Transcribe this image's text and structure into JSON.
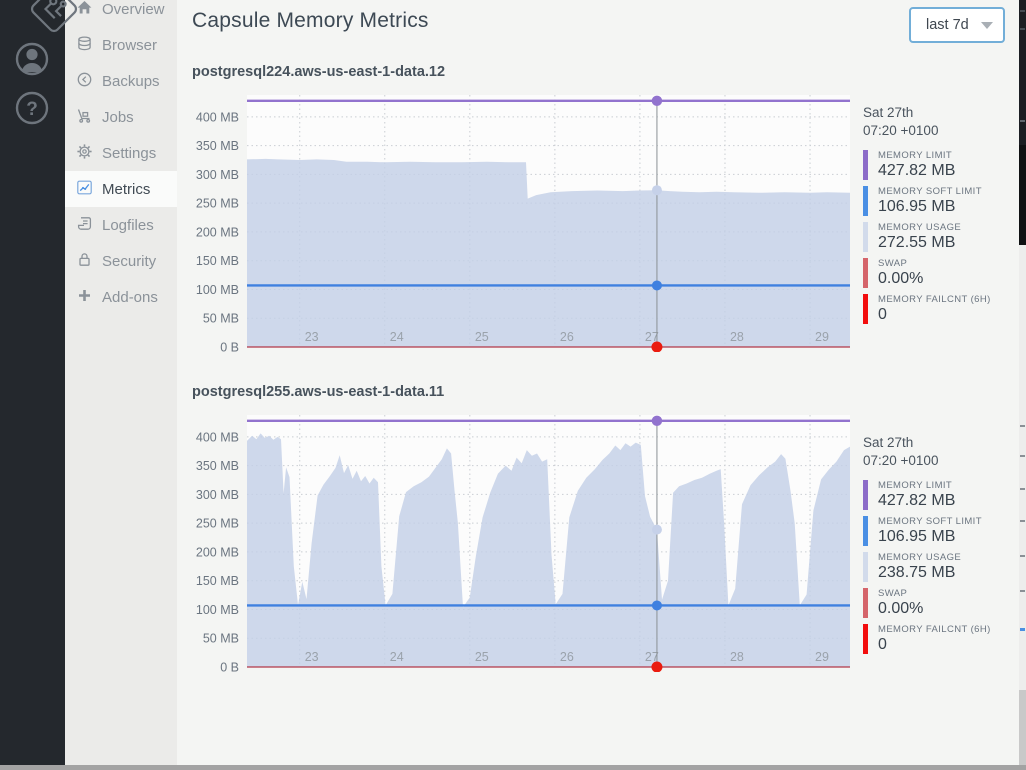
{
  "sidebar": {
    "items": [
      {
        "label": "Overview",
        "icon": "home-icon",
        "active": false
      },
      {
        "label": "Browser",
        "icon": "database-icon",
        "active": false
      },
      {
        "label": "Backups",
        "icon": "history-icon",
        "active": false
      },
      {
        "label": "Jobs",
        "icon": "forklift-icon",
        "active": false
      },
      {
        "label": "Settings",
        "icon": "gear-icon",
        "active": false
      },
      {
        "label": "Metrics",
        "icon": "line-chart-icon",
        "active": true
      },
      {
        "label": "Logfiles",
        "icon": "scroll-icon",
        "active": false
      },
      {
        "label": "Security",
        "icon": "lock-icon",
        "active": false
      },
      {
        "label": "Add-ons",
        "icon": "plus-icon",
        "active": false
      }
    ]
  },
  "header": {
    "title": "Capsule Memory Metrics",
    "range_selector": {
      "value": "last 7d"
    }
  },
  "colors": {
    "accent_blue": "#4a90e2",
    "limit_purple": "#9273ce",
    "soft_limit_blue": "#3f80e0",
    "usage_fill": "#c3d0e6",
    "usage_dot": "#c6d1e9",
    "swap_red": "#b23748",
    "failcnt_red": "#ea1b0e",
    "grid": "#c9cdd2",
    "plot_bg": "#fcfcfc"
  },
  "charts": [
    {
      "title": "postgresql224.aws-us-east-1-data.12",
      "tooltip": {
        "date": "Sat 27th",
        "time": "07:20 +0100"
      },
      "legend": [
        {
          "label": "MEMORY LIMIT",
          "value": "427.82 MB",
          "color": "#8c6cc8"
        },
        {
          "label": "MEMORY SOFT LIMIT",
          "value": "106.95 MB",
          "color": "#4a8fe4"
        },
        {
          "label": "MEMORY USAGE",
          "value": "272.55 MB",
          "color": "#d2dbeb"
        },
        {
          "label": "SWAP",
          "value": "0.00%",
          "color": "#d5646a"
        },
        {
          "label": "MEMORY FAILCNT (6H)",
          "value": "0",
          "color": "#f20d0d"
        }
      ],
      "chart_data": {
        "type": "area",
        "title": "postgresql224.aws-us-east-1-data.12",
        "x_unit": "day of month",
        "x_ticks": [
          23,
          24,
          25,
          26,
          27,
          28,
          29
        ],
        "xlim": [
          22.38,
          29.47
        ],
        "y_ticks_mb": [
          0,
          50,
          100,
          150,
          200,
          250,
          300,
          350,
          400
        ],
        "y_tick_labels": [
          "0 B",
          "50 MB",
          "100 MB",
          "150 MB",
          "200 MB",
          "250 MB",
          "300 MB",
          "350 MB",
          "400 MB"
        ],
        "ylim_mb": [
          0,
          438
        ],
        "memory_limit_mb": 427.82,
        "memory_soft_limit_mb": 106.95,
        "swap_pct": 0.0,
        "memory_failcnt_6h": 0,
        "cursor": {
          "x_day": 27.2,
          "usage_mb": 272.55
        },
        "usage_series": [
          [
            22.38,
            326
          ],
          [
            22.6,
            327
          ],
          [
            22.75,
            326
          ],
          [
            23.0,
            325
          ],
          [
            23.2,
            326
          ],
          [
            23.4,
            325
          ],
          [
            23.55,
            322
          ],
          [
            23.8,
            322
          ],
          [
            24.0,
            321
          ],
          [
            24.3,
            322
          ],
          [
            24.6,
            321
          ],
          [
            24.9,
            321
          ],
          [
            25.2,
            322
          ],
          [
            25.45,
            321
          ],
          [
            25.66,
            321
          ],
          [
            25.68,
            258
          ],
          [
            25.78,
            264
          ],
          [
            25.95,
            269
          ],
          [
            26.2,
            271
          ],
          [
            26.5,
            272
          ],
          [
            26.8,
            271
          ],
          [
            27.0,
            272
          ],
          [
            27.2,
            272.55
          ],
          [
            27.35,
            271
          ],
          [
            27.5,
            270
          ],
          [
            27.7,
            269
          ],
          [
            27.9,
            270
          ],
          [
            28.1,
            269
          ],
          [
            28.4,
            268
          ],
          [
            28.7,
            269
          ],
          [
            29.0,
            268
          ],
          [
            29.2,
            269
          ],
          [
            29.47,
            268
          ]
        ]
      }
    },
    {
      "title": "postgresql255.aws-us-east-1-data.11",
      "tooltip": {
        "date": "Sat 27th",
        "time": "07:20 +0100"
      },
      "legend": [
        {
          "label": "MEMORY LIMIT",
          "value": "427.82 MB",
          "color": "#8c6cc8"
        },
        {
          "label": "MEMORY SOFT LIMIT",
          "value": "106.95 MB",
          "color": "#4a8fe4"
        },
        {
          "label": "MEMORY USAGE",
          "value": "238.75 MB",
          "color": "#d2dbeb"
        },
        {
          "label": "SWAP",
          "value": "0.00%",
          "color": "#d5646a"
        },
        {
          "label": "MEMORY FAILCNT (6H)",
          "value": "0",
          "color": "#f20d0d"
        }
      ],
      "chart_data": {
        "type": "area",
        "title": "postgresql255.aws-us-east-1-data.11",
        "x_unit": "day of month",
        "x_ticks": [
          23,
          24,
          25,
          26,
          27,
          28,
          29
        ],
        "xlim": [
          22.38,
          29.47
        ],
        "y_ticks_mb": [
          0,
          50,
          100,
          150,
          200,
          250,
          300,
          350,
          400
        ],
        "y_tick_labels": [
          "0 B",
          "50 MB",
          "100 MB",
          "150 MB",
          "200 MB",
          "250 MB",
          "300 MB",
          "350 MB",
          "400 MB"
        ],
        "ylim_mb": [
          0,
          438
        ],
        "memory_limit_mb": 427.82,
        "memory_soft_limit_mb": 106.95,
        "swap_pct": 0.0,
        "memory_failcnt_6h": 0,
        "cursor": {
          "x_day": 27.2,
          "usage_mb": 238.75
        },
        "usage_series": [
          [
            22.38,
            393
          ],
          [
            22.44,
            402
          ],
          [
            22.49,
            396
          ],
          [
            22.54,
            406
          ],
          [
            22.59,
            398
          ],
          [
            22.64,
            402
          ],
          [
            22.69,
            395
          ],
          [
            22.74,
            400
          ],
          [
            22.78,
            396
          ],
          [
            22.81,
            302
          ],
          [
            22.84,
            347
          ],
          [
            22.88,
            330
          ],
          [
            22.93,
            175
          ],
          [
            22.98,
            108
          ],
          [
            23.03,
            148
          ],
          [
            23.08,
            118
          ],
          [
            23.14,
            215
          ],
          [
            23.21,
            298
          ],
          [
            23.28,
            317
          ],
          [
            23.35,
            331
          ],
          [
            23.42,
            346
          ],
          [
            23.47,
            368
          ],
          [
            23.52,
            337
          ],
          [
            23.57,
            351
          ],
          [
            23.62,
            327
          ],
          [
            23.67,
            341
          ],
          [
            23.72,
            323
          ],
          [
            23.77,
            332
          ],
          [
            23.82,
            319
          ],
          [
            23.87,
            329
          ],
          [
            23.92,
            321
          ],
          [
            23.96,
            175
          ],
          [
            24.01,
            107
          ],
          [
            24.09,
            127
          ],
          [
            24.17,
            262
          ],
          [
            24.25,
            304
          ],
          [
            24.34,
            314
          ],
          [
            24.43,
            321
          ],
          [
            24.52,
            331
          ],
          [
            24.6,
            347
          ],
          [
            24.67,
            361
          ],
          [
            24.73,
            380
          ],
          [
            24.78,
            371
          ],
          [
            24.82,
            307
          ],
          [
            24.86,
            250
          ],
          [
            24.92,
            104
          ],
          [
            25.0,
            121
          ],
          [
            25.07,
            192
          ],
          [
            25.15,
            260
          ],
          [
            25.24,
            303
          ],
          [
            25.33,
            336
          ],
          [
            25.42,
            350
          ],
          [
            25.49,
            341
          ],
          [
            25.55,
            364
          ],
          [
            25.61,
            354
          ],
          [
            25.67,
            377
          ],
          [
            25.73,
            367
          ],
          [
            25.79,
            371
          ],
          [
            25.85,
            357
          ],
          [
            25.91,
            361
          ],
          [
            25.96,
            195
          ],
          [
            26.01,
            109
          ],
          [
            26.09,
            127
          ],
          [
            26.17,
            260
          ],
          [
            26.27,
            306
          ],
          [
            26.37,
            329
          ],
          [
            26.47,
            344
          ],
          [
            26.56,
            360
          ],
          [
            26.64,
            371
          ],
          [
            26.71,
            385
          ],
          [
            26.77,
            377
          ],
          [
            26.83,
            389
          ],
          [
            26.89,
            383
          ],
          [
            26.95,
            390
          ],
          [
            27.01,
            386
          ],
          [
            27.06,
            297
          ],
          [
            27.12,
            261
          ],
          [
            27.2,
            238.75
          ],
          [
            27.26,
            117
          ],
          [
            27.33,
            150
          ],
          [
            27.39,
            303
          ],
          [
            27.46,
            314
          ],
          [
            27.55,
            319
          ],
          [
            27.64,
            325
          ],
          [
            27.73,
            329
          ],
          [
            27.82,
            336
          ],
          [
            27.9,
            341
          ],
          [
            27.95,
            344
          ],
          [
            27.99,
            250
          ],
          [
            28.04,
            107
          ],
          [
            28.12,
            136
          ],
          [
            28.2,
            283
          ],
          [
            28.3,
            316
          ],
          [
            28.4,
            333
          ],
          [
            28.5,
            347
          ],
          [
            28.59,
            357
          ],
          [
            28.66,
            370
          ],
          [
            28.71,
            362
          ],
          [
            28.77,
            306
          ],
          [
            28.82,
            250
          ],
          [
            28.88,
            107
          ],
          [
            28.96,
            126
          ],
          [
            29.04,
            272
          ],
          [
            29.13,
            326
          ],
          [
            29.22,
            343
          ],
          [
            29.31,
            357
          ],
          [
            29.4,
            377
          ],
          [
            29.47,
            383
          ]
        ]
      }
    }
  ]
}
